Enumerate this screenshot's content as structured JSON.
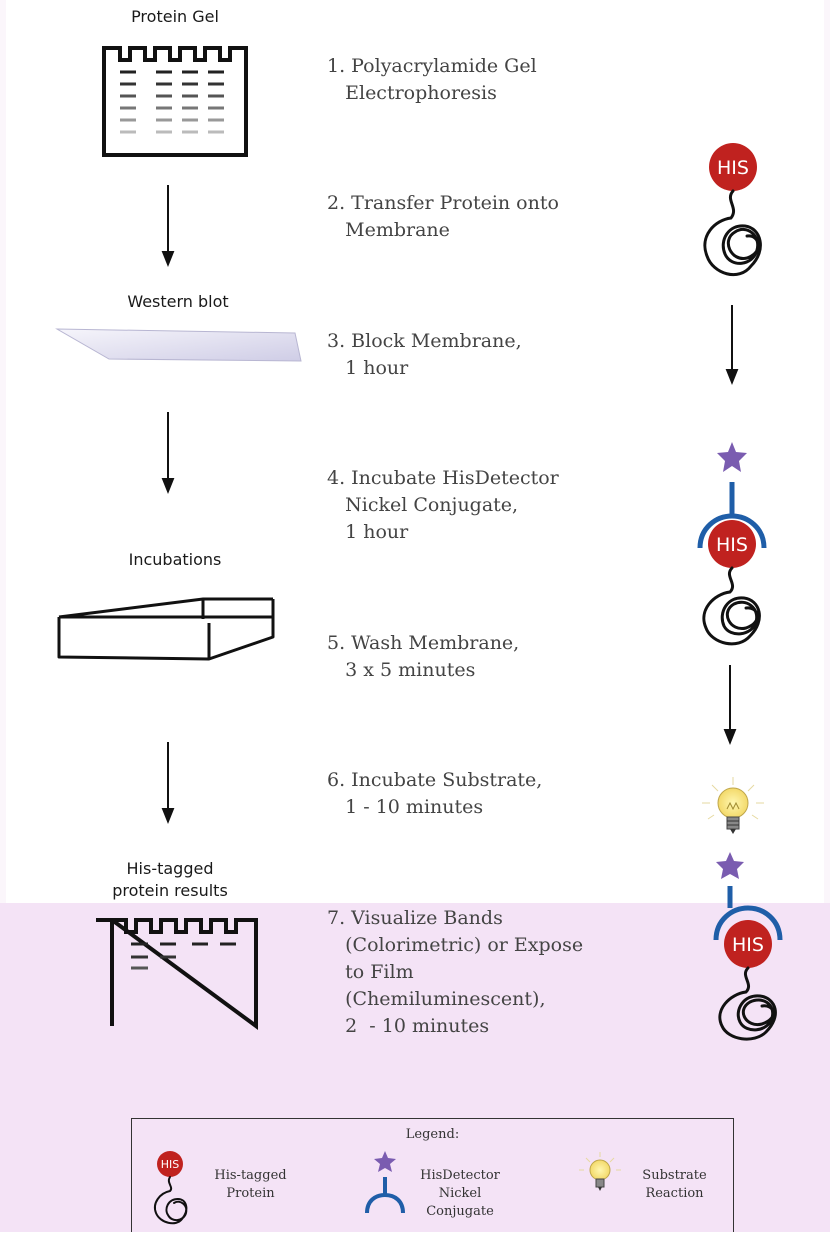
{
  "diagram": {
    "labels": {
      "protein_gel": "Protein Gel",
      "western_blot": "Western blot",
      "incubations": "Incubations",
      "his_tagged_results": "His-tagged\nprotein results"
    },
    "steps": [
      "1. Polyacrylamide Gel\n   Electrophoresis",
      "2. Transfer Protein onto\n   Membrane",
      "3. Block Membrane,\n   1 hour",
      "4. Incubate HisDetector\n   Nickel Conjugate,\n   1 hour",
      "5. Wash Membrane,\n   3 x 5 minutes",
      "6. Incubate Substrate,\n   1 - 10 minutes",
      "7. Visualize Bands\n   (Colorimetric) or Expose\n   to Film\n   (Chemiluminescent),\n   2  - 10 minutes"
    ],
    "his_badge": "HIS",
    "colors": {
      "his_red": "#c0221f",
      "conjugate_blue": "#1f5ea8",
      "star_purple": "#7a5cb0",
      "pink_panel": "#f4e3f6"
    }
  },
  "legend": {
    "title": "Legend:",
    "items": [
      {
        "label": "His-tagged\nProtein",
        "icon": "his-tagged-protein-icon"
      },
      {
        "label": "HisDetector\nNickel\nConjugate",
        "icon": "nickel-conjugate-icon"
      },
      {
        "label": "Substrate\nReaction",
        "icon": "lightbulb-icon"
      }
    ]
  }
}
